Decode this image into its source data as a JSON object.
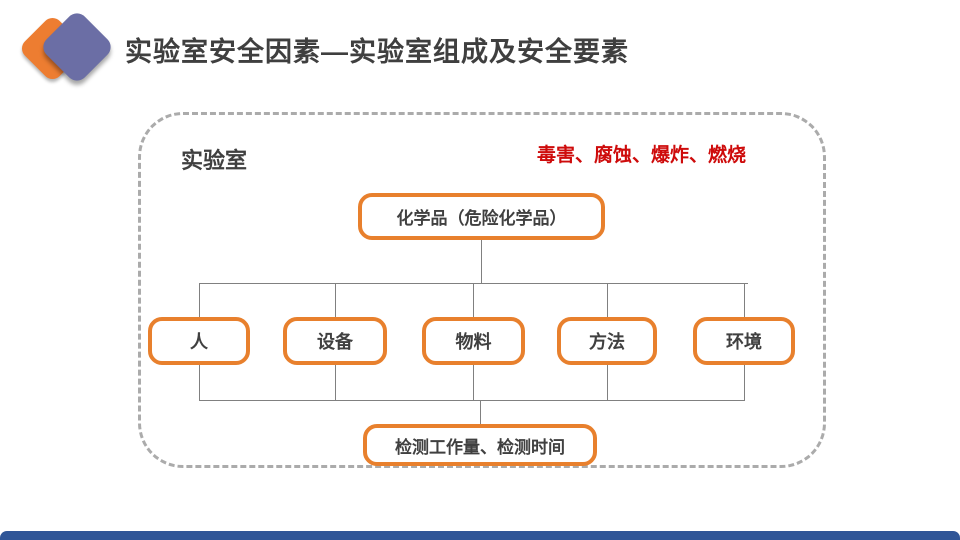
{
  "header": {
    "title": "实验室安全因素—实验室组成及安全要素",
    "logo": {
      "back_diamond_color": "#ED7D31",
      "front_diamond_color": "#6B6EA5"
    }
  },
  "diagram": {
    "container_label": "实验室",
    "hazard_note": "毒害、腐蚀、爆炸、燃烧",
    "root_node": "化学品（危险化学品）",
    "factors": [
      "人",
      "设备",
      "物料",
      "方法",
      "环境"
    ],
    "result_node": "检测工作量、检测时间"
  },
  "colors": {
    "node_border_orange": "#E8802D",
    "hazard_red": "#CE0B0B",
    "text_dark": "#404040",
    "dashed_border_gray": "#ABABAB",
    "connector_gray": "#808080",
    "footer_blue": "#2F5597"
  }
}
